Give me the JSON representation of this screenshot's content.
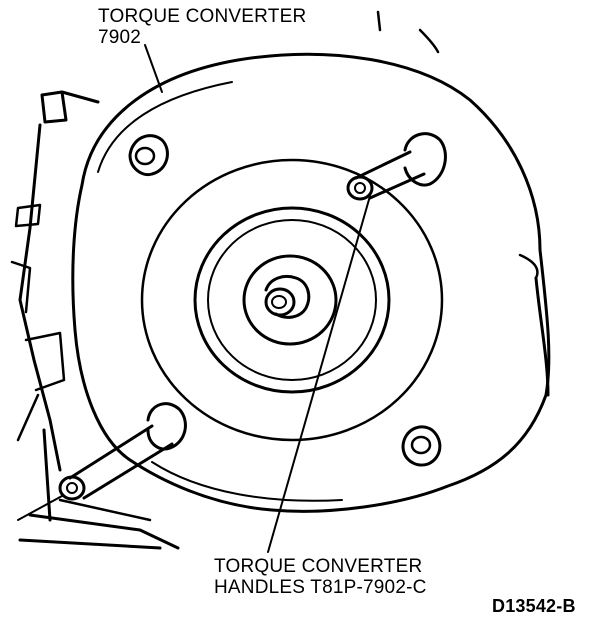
{
  "labels": {
    "torque_converter": {
      "line1": "TORQUE CONVERTER",
      "line2": "7902"
    },
    "handles": {
      "line1": "TORQUE CONVERTER",
      "line2": "HANDLES T81P-7902-C"
    },
    "figure_code": "D13542-B"
  },
  "colors": {
    "ink": "#000000",
    "paper": "#ffffff"
  }
}
